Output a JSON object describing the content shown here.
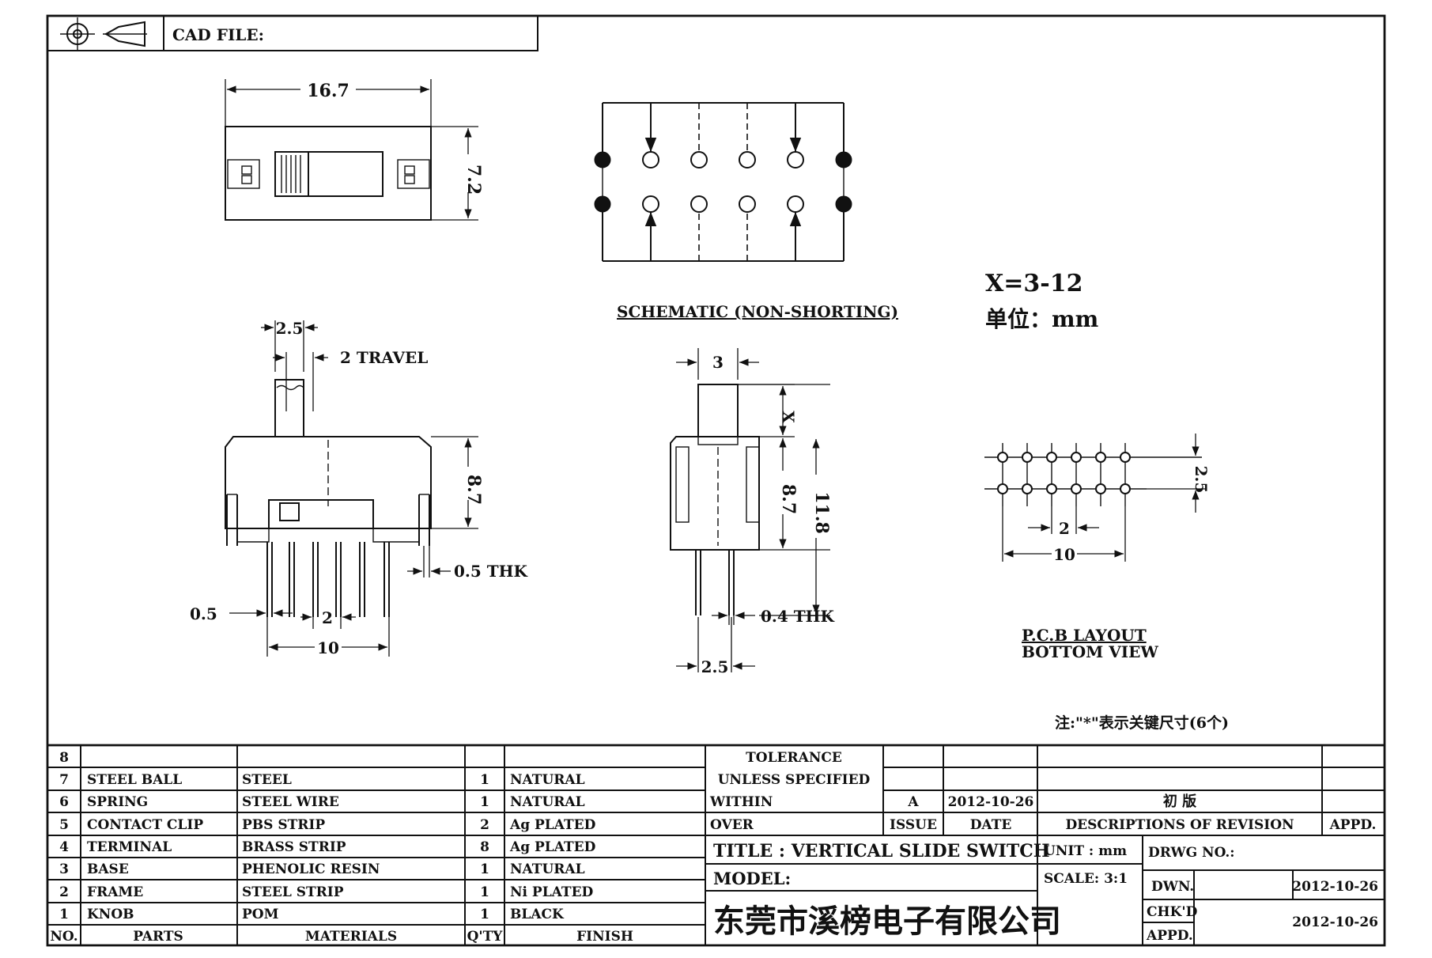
{
  "header": {
    "cad_file_label": "CAD FILE:",
    "projection_symbol": "third-angle-projection-icon"
  },
  "top_view": {
    "width_dim": "16.7",
    "height_dim": "7.2"
  },
  "schematic": {
    "title": "SCHEMATIC (NON-SHORTING)"
  },
  "note_block": {
    "x_range": "X=3-12",
    "unit_label": "单位：mm"
  },
  "front_view": {
    "pitch_top": "2.5",
    "travel": "2 TRAVEL",
    "body_height": "8.7",
    "thk": "0.5 THK",
    "pin_width": "0.5",
    "pitch": "2",
    "span": "10"
  },
  "side_view": {
    "knob_width": "3",
    "x_label": "X",
    "body_height": "8.7",
    "total_height": "11.8",
    "thk": "0.4 THK",
    "pin_pitch": "2.5"
  },
  "pcb_layout": {
    "row_pitch": "2.5",
    "pitch": "2",
    "span": "10",
    "title_line1": "P.C.B LAYOUT",
    "title_line2": "BOTTOM VIEW"
  },
  "footnote": "注:\"*\"表示关键尺寸(6个)",
  "bom": {
    "headers": {
      "no": "NO.",
      "parts": "PARTS",
      "materials": "MATERIALS",
      "qty": "Q'TY",
      "finish": "FINISH"
    },
    "rows": [
      {
        "no": "8",
        "part": "",
        "material": "",
        "qty": "",
        "finish": ""
      },
      {
        "no": "7",
        "part": "STEEL BALL",
        "material": "STEEL",
        "qty": "1",
        "finish": "NATURAL"
      },
      {
        "no": "6",
        "part": "SPRING",
        "material": "STEEL WIRE",
        "qty": "1",
        "finish": "NATURAL"
      },
      {
        "no": "5",
        "part": "CONTACT CLIP",
        "material": "PBS STRIP",
        "qty": "2",
        "finish": "Ag PLATED"
      },
      {
        "no": "4",
        "part": "TERMINAL",
        "material": "BRASS STRIP",
        "qty": "8",
        "finish": "Ag PLATED"
      },
      {
        "no": "3",
        "part": "BASE",
        "material": "PHENOLIC RESIN",
        "qty": "1",
        "finish": "NATURAL"
      },
      {
        "no": "2",
        "part": "FRAME",
        "material": "STEEL STRIP",
        "qty": "1",
        "finish": "Ni PLATED"
      },
      {
        "no": "1",
        "part": "KNOB",
        "material": "POM",
        "qty": "1",
        "finish": "BLACK"
      }
    ]
  },
  "tolerance": {
    "line1": "TOLERANCE",
    "line2": "UNLESS  SPECIFIED",
    "within": "WITHIN",
    "over": "OVER"
  },
  "revision": {
    "issue_value": "A",
    "date_value": "2012-10-26",
    "description_value": "初  版",
    "issue_label": "ISSUE",
    "date_label": "DATE",
    "description_label": "DESCRIPTIONS OF REVISION",
    "appd_label": "APPD."
  },
  "title_block": {
    "title": "TITLE :  VERTICAL SLIDE SWITCH",
    "model": "MODEL:",
    "unit": "UNIT :  mm",
    "scale": "SCALE:  3:1",
    "drwg_no": "DRWG NO.:",
    "dwn_label": "DWN.",
    "dwn_date": "2012-10-26",
    "chkd_label": "CHK'D",
    "appd_label": "APPD.",
    "chk_date": "2012-10-26",
    "company": "东莞市溪榜电子有限公司"
  }
}
